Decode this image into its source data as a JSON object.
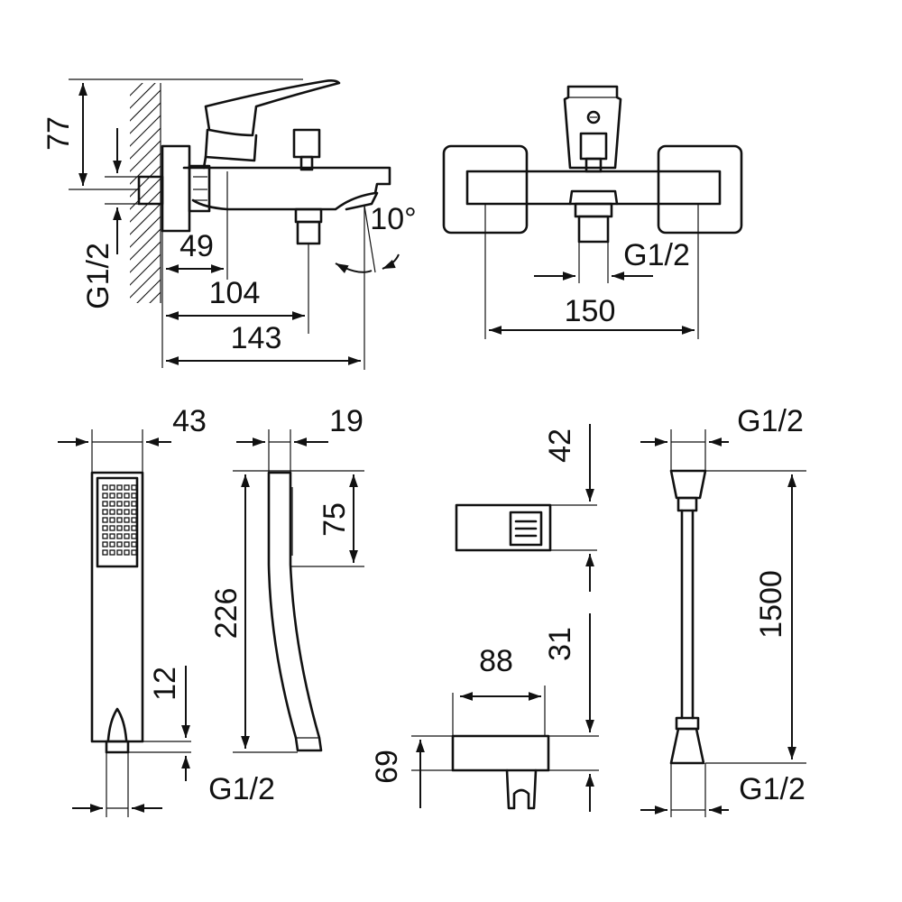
{
  "labels": {
    "mixer_side_height": "77",
    "mixer_side_thread": "G1/2",
    "mixer_side_depth_1": "49",
    "mixer_side_depth_2": "104",
    "mixer_side_depth_3": "143",
    "mixer_spout_angle": "10°",
    "mixer_front_thread": "G1/2",
    "mixer_front_width": "150",
    "handshower_width": "43",
    "handshower_depth": "19",
    "handshower_head_length": "75",
    "handshower_length": "226",
    "handshower_thread_offset": "12",
    "handshower_thread": "G1/2",
    "holder_height": "42",
    "holder_length": "88",
    "holder_side_height": "31",
    "holder_depth": "69",
    "hose_thread_top": "G1/2",
    "hose_length": "1500",
    "hose_thread_bottom": "G1/2"
  }
}
